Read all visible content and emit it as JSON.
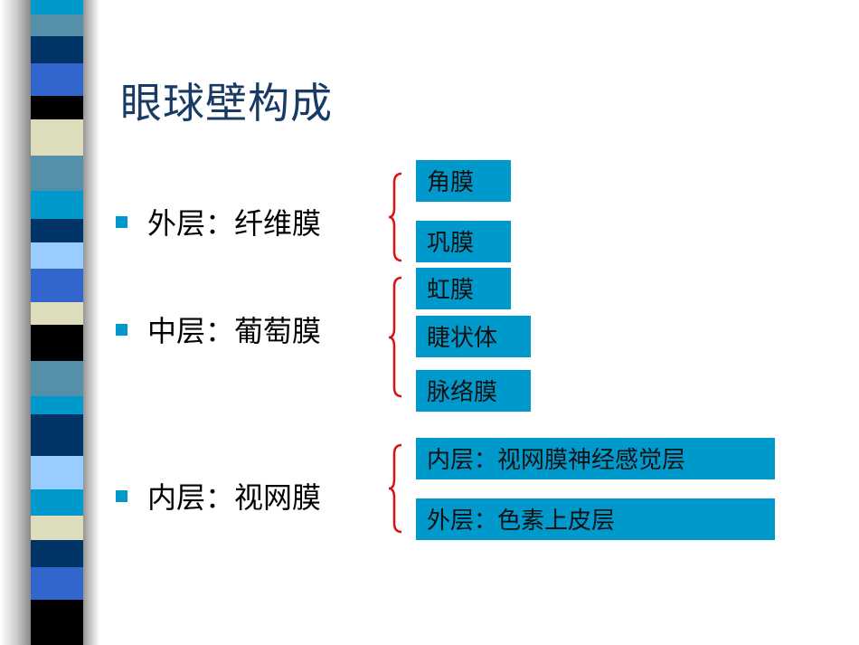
{
  "title": "眼球壁构成",
  "colors": {
    "accent": "#0099cc",
    "brace": "#dd1111",
    "title": "#1a3a66"
  },
  "layers": [
    {
      "label": "外层：纤维膜",
      "items": [
        "角膜",
        "巩膜"
      ]
    },
    {
      "label": "中层：葡萄膜",
      "items": [
        "虹膜",
        "睫状体",
        "脉络膜"
      ]
    },
    {
      "label": "内层：视网膜",
      "items": [
        "内层：视网膜神经感觉层",
        "外层：色素上皮层"
      ]
    }
  ]
}
